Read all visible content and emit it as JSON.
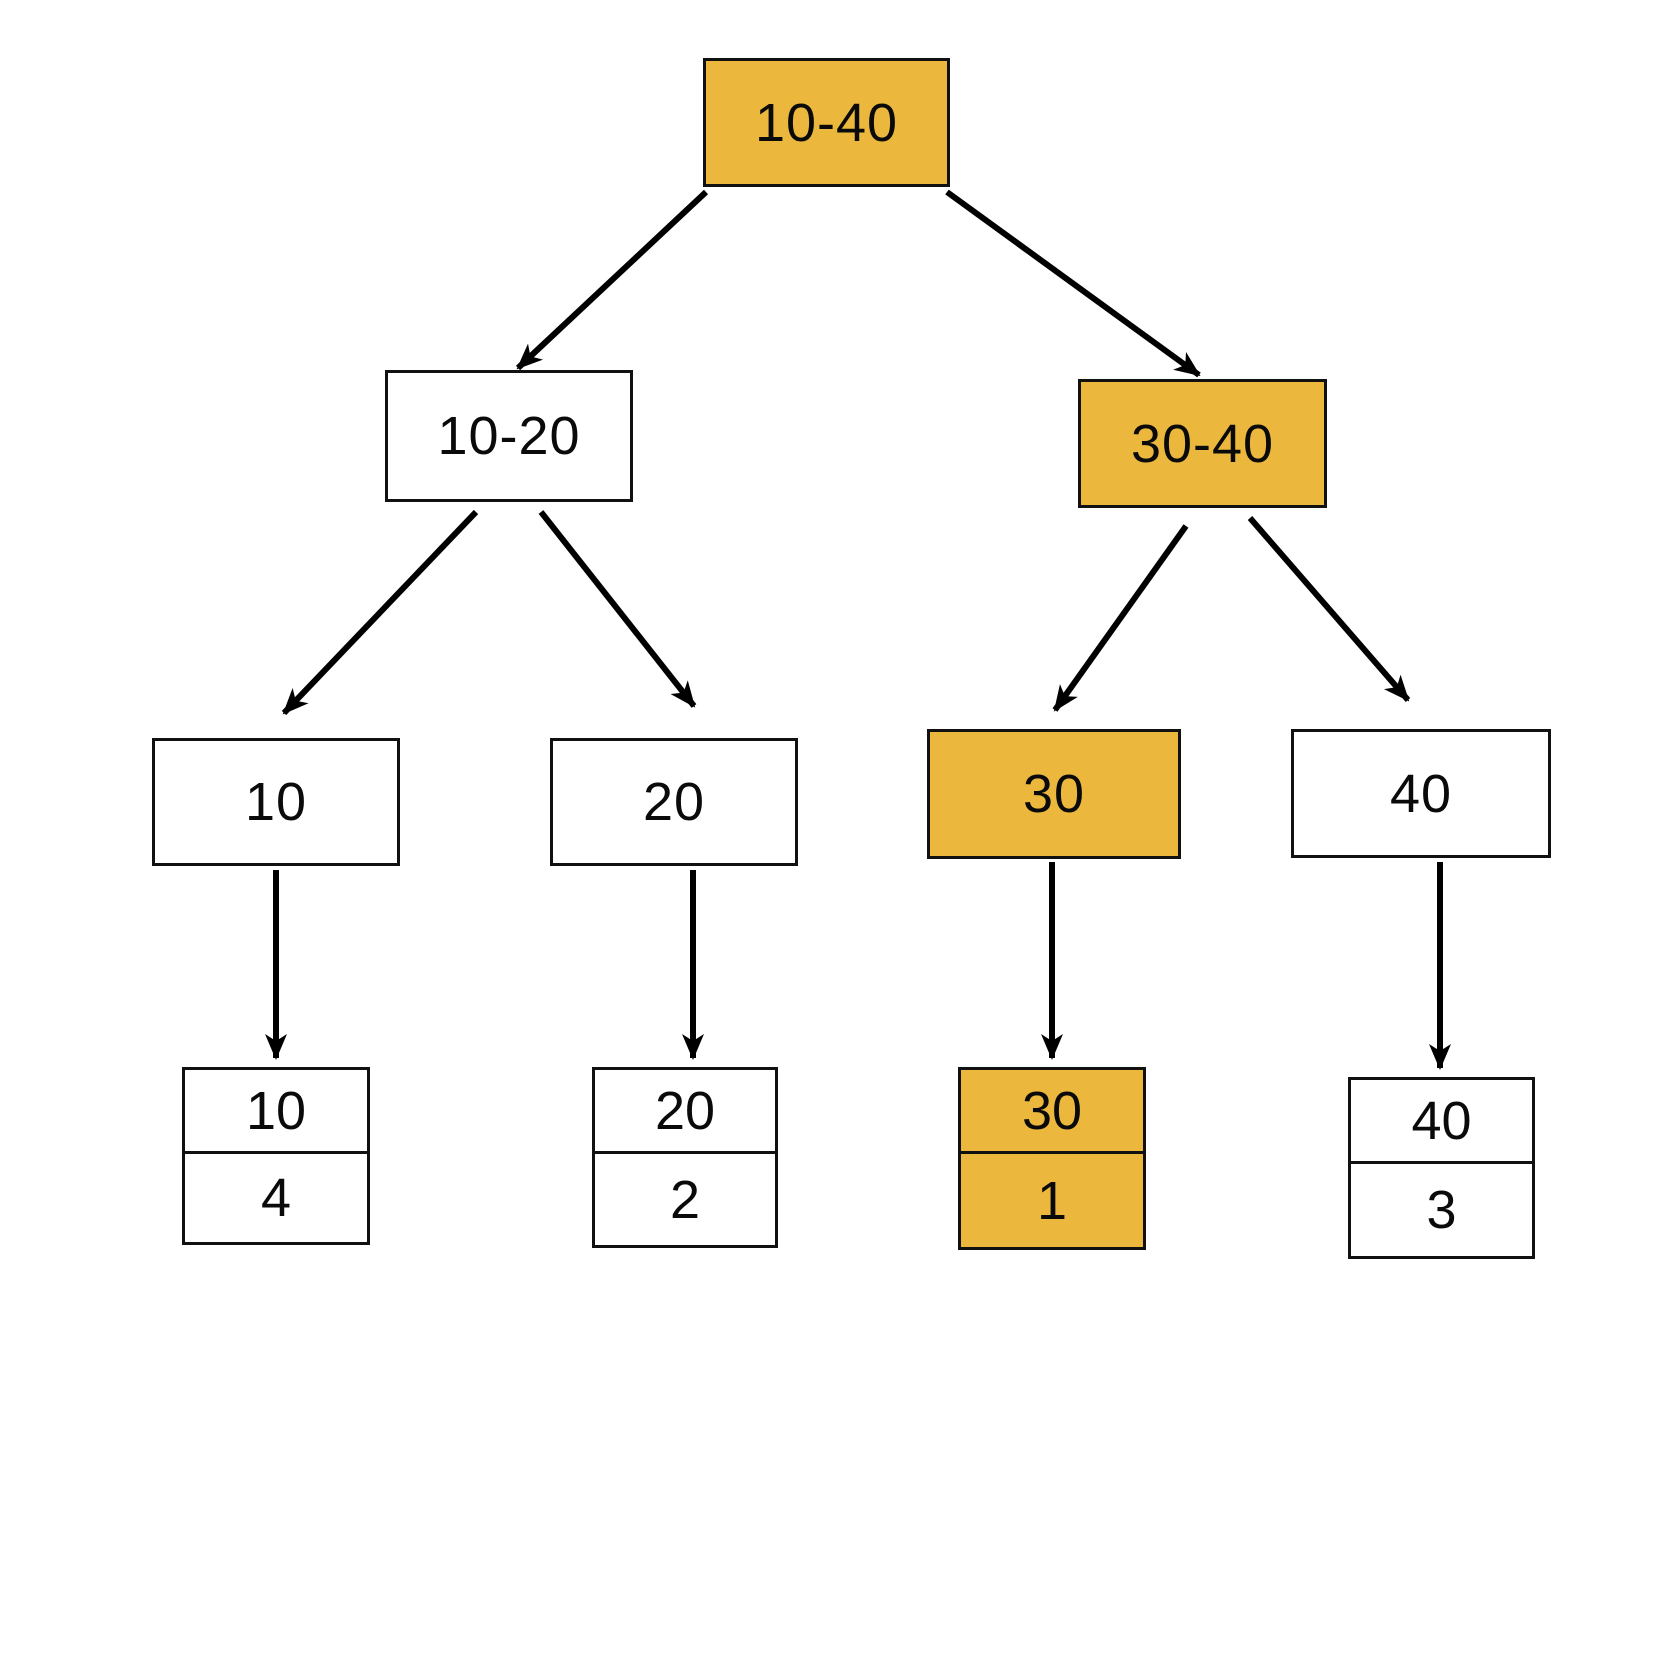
{
  "diagram": {
    "type": "interval-tree",
    "highlight_color": "#EBB83D",
    "node_background": "#FFFFFF",
    "border_color": "#111111",
    "arrow_color": "#000000"
  },
  "nodes": {
    "root": {
      "label": "10-40",
      "highlighted": true
    },
    "left": {
      "label": "10-20",
      "highlighted": false
    },
    "right": {
      "label": "30-40",
      "highlighted": true
    },
    "key10": {
      "label": "10",
      "highlighted": false
    },
    "key20": {
      "label": "20",
      "highlighted": false
    },
    "key30": {
      "label": "30",
      "highlighted": true
    },
    "key40": {
      "label": "40",
      "highlighted": false
    },
    "bucket10": {
      "key": "10",
      "value": "4",
      "highlighted": false
    },
    "bucket20": {
      "key": "20",
      "value": "2",
      "highlighted": false
    },
    "bucket30": {
      "key": "30",
      "value": "1",
      "highlighted": true
    },
    "bucket40": {
      "key": "40",
      "value": "3",
      "highlighted": false
    }
  }
}
